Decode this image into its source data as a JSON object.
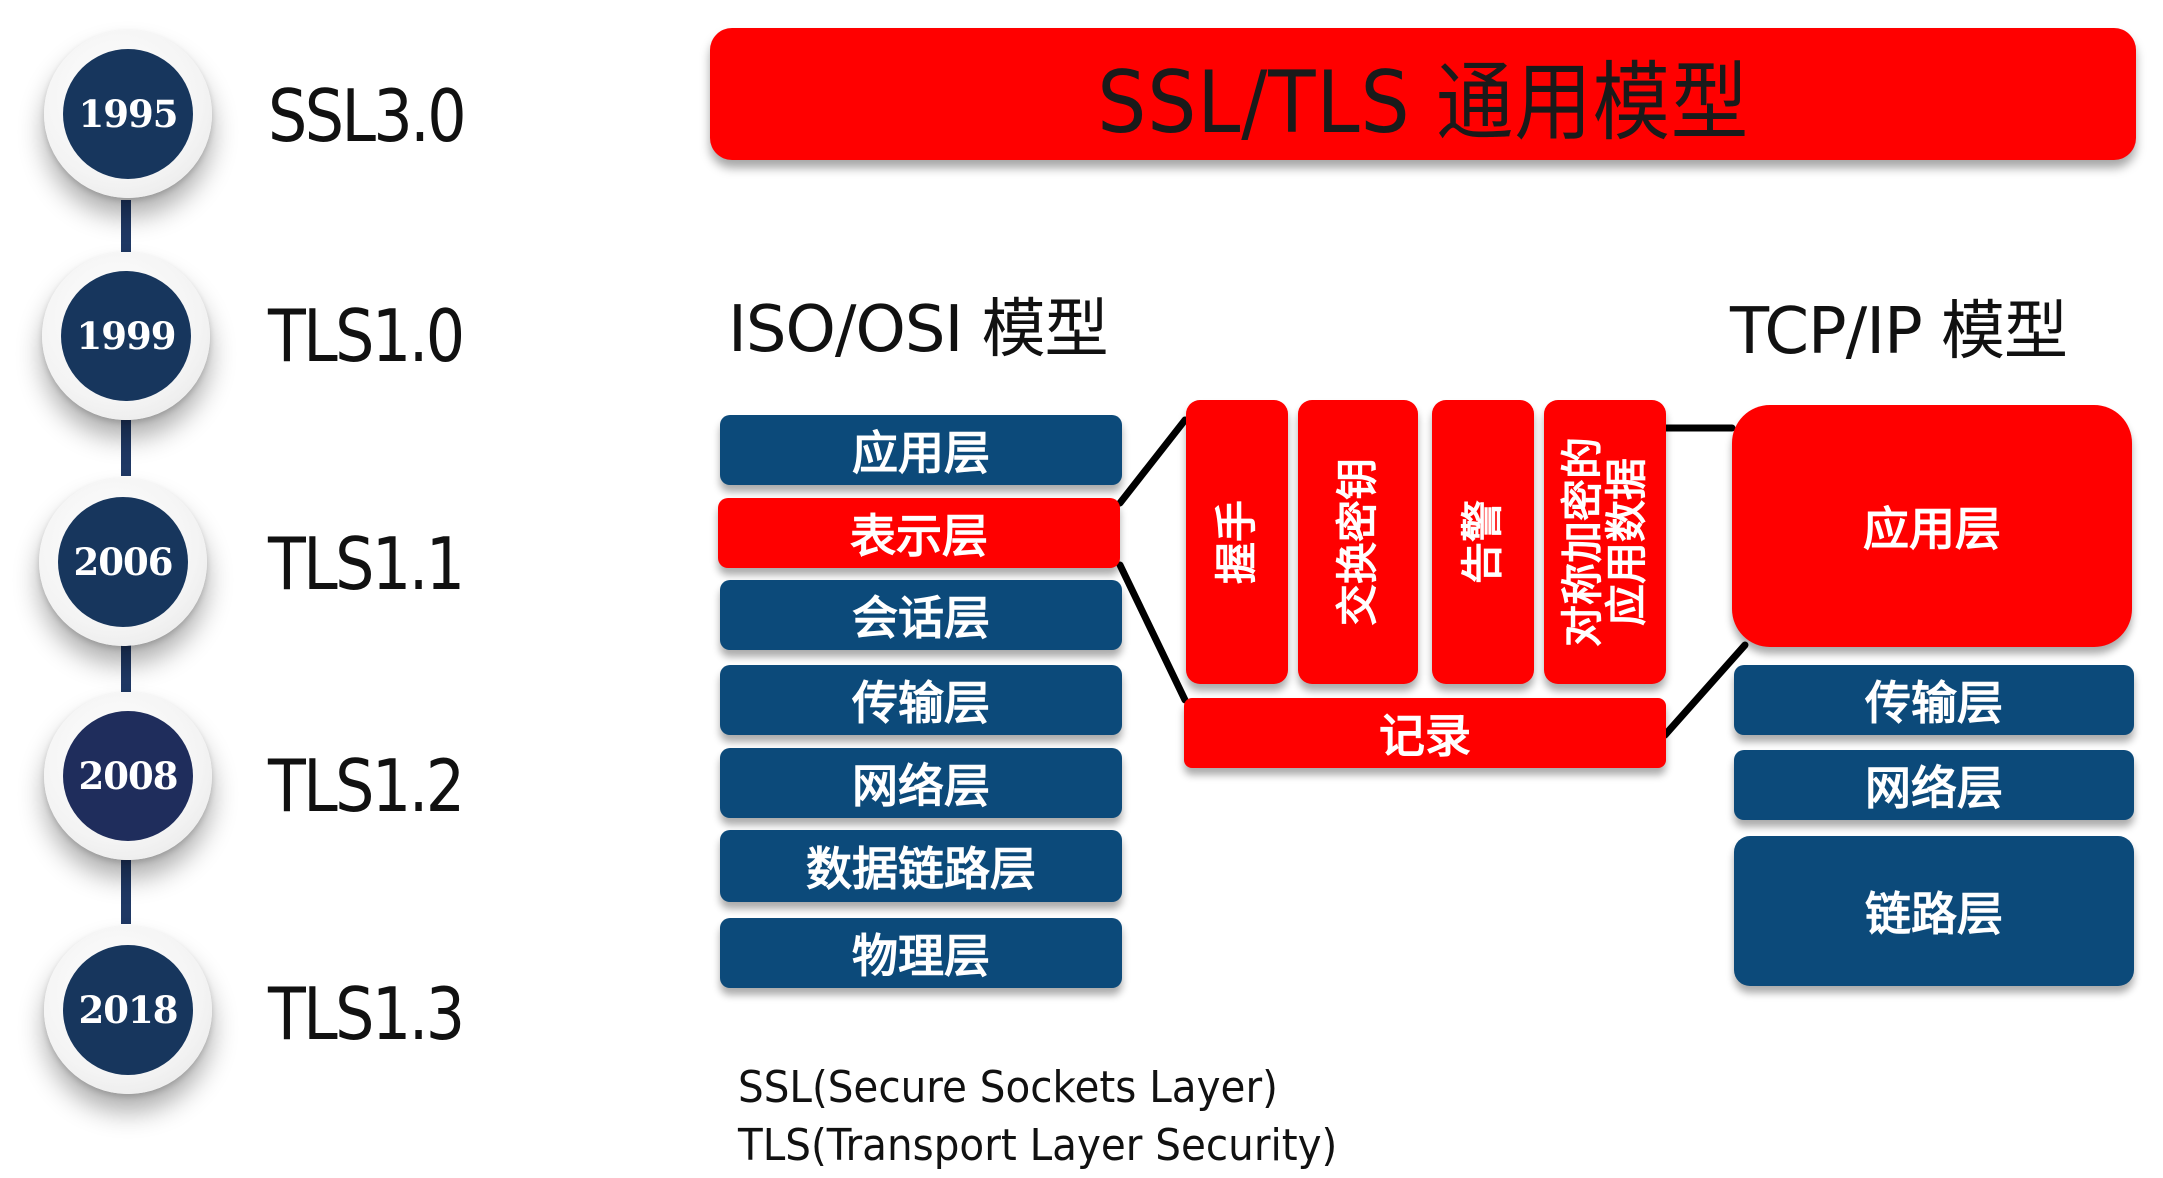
{
  "timeline": [
    {
      "year": "1995",
      "version": "SSL3.0"
    },
    {
      "year": "1999",
      "version": "TLS1.0"
    },
    {
      "year": "2006",
      "version": "TLS1.1"
    },
    {
      "year": "2008",
      "version": "TLS1.2"
    },
    {
      "year": "2018",
      "version": "TLS1.3"
    }
  ],
  "banner": {
    "title": "SSL/TLS 通用模型"
  },
  "osi": {
    "title": "ISO/OSI 模型",
    "layers": [
      "应用层",
      "表示层",
      "会话层",
      "传输层",
      "网络层",
      "数据链路层",
      "物理层"
    ]
  },
  "tcpip": {
    "title": "TCP/IP 模型",
    "layers": [
      "应用层",
      "传输层",
      "网络层",
      "链路层"
    ]
  },
  "ssl": {
    "sub": [
      "握手",
      "交换密钥",
      "告警",
      "对称加密的应用数据"
    ],
    "sub_lines": [
      [
        "握手"
      ],
      [
        "交换密钥"
      ],
      [
        "告警"
      ],
      [
        "对称加密的",
        "应用数据"
      ]
    ],
    "record": "记录"
  },
  "footnotes": [
    "SSL(Secure Sockets Layer)",
    "TLS(Transport Layer Security)"
  ],
  "colors": {
    "accent_red": "#ff0000",
    "layer_blue": "#0c4a7a",
    "year_navy": "#17365d"
  }
}
